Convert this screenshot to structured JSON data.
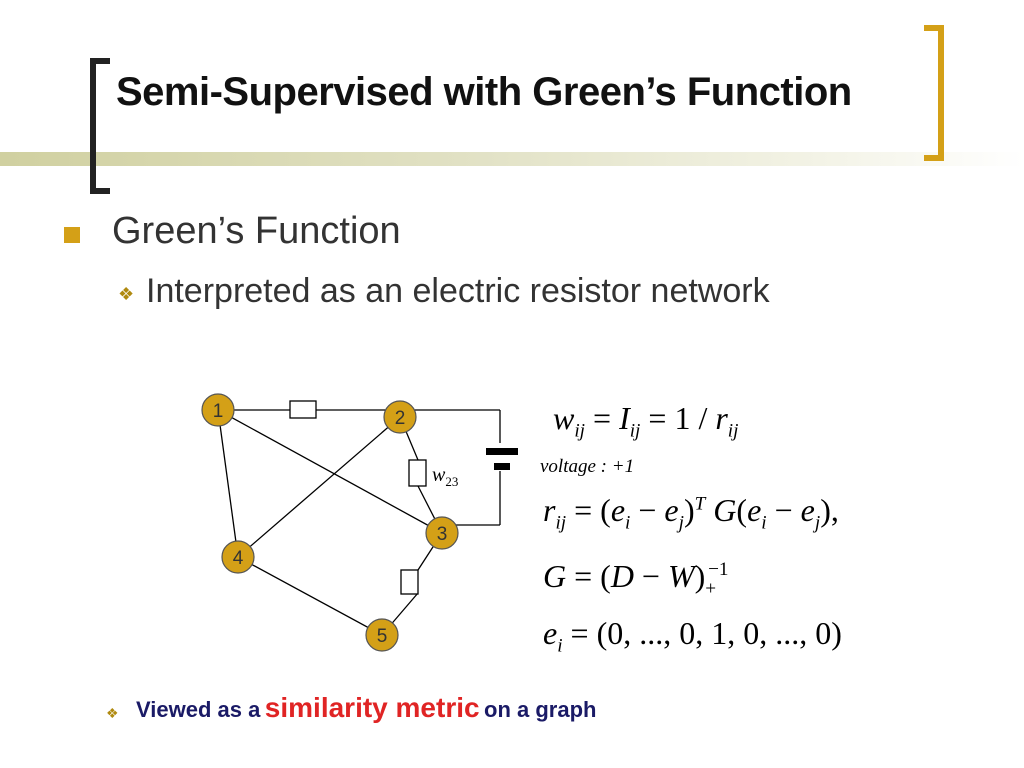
{
  "title": "Semi-Supervised with Green’s Function",
  "bullets": {
    "level1": "Green’s Function",
    "level2": "Interpreted as an electric resistor network"
  },
  "bottom": {
    "prefix": "Viewed as a",
    "highlight": "similarity metric",
    "suffix": "on a graph"
  },
  "graph": {
    "nodes": [
      "1",
      "2",
      "3",
      "4",
      "5"
    ],
    "edge_label": "w23"
  },
  "equations": {
    "voltage": "voltage : +1"
  },
  "colors": {
    "accent": "#d4a017",
    "node_fill": "#d4a017",
    "highlight": "#e02424",
    "bottom_text": "#1a1a66"
  }
}
